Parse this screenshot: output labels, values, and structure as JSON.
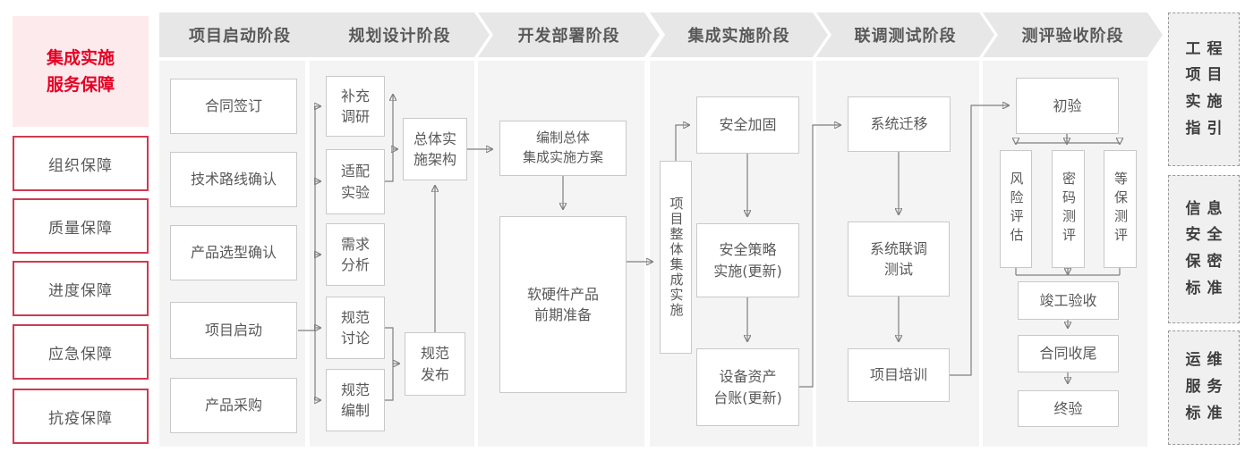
{
  "banner": {
    "label": "集成实施\n服务保障"
  },
  "sidebar": {
    "items": [
      {
        "label": "组织保障"
      },
      {
        "label": "质量保障"
      },
      {
        "label": "进度保障"
      },
      {
        "label": "应急保障"
      },
      {
        "label": "抗疫保障"
      }
    ]
  },
  "phases": [
    {
      "title": "项目启动阶段",
      "boxes": [
        {
          "label": "合同签订"
        },
        {
          "label": "技术路线确认"
        },
        {
          "label": "产品选型确认"
        },
        {
          "label": "项目启动"
        },
        {
          "label": "产品采购"
        }
      ]
    },
    {
      "title": "规划设计阶段",
      "boxes": [
        {
          "label": "补充\n调研"
        },
        {
          "label": "适配\n实验"
        },
        {
          "label": "需求\n分析"
        },
        {
          "label": "规范\n讨论"
        },
        {
          "label": "规范\n编制"
        },
        {
          "label": "总体实\n施架构"
        },
        {
          "label": "规范\n发布"
        }
      ]
    },
    {
      "title": "开发部署阶段",
      "boxes": [
        {
          "label": "编制总体\n集成实施方案"
        },
        {
          "label": "软硬件产品\n前期准备"
        }
      ]
    },
    {
      "title": "集成实施阶段",
      "boxes": [
        {
          "label": "项目整体集成实施"
        },
        {
          "label": "安全加固"
        },
        {
          "label": "安全策略\n实施(更新)"
        },
        {
          "label": "设备资产\n台账(更新)"
        }
      ]
    },
    {
      "title": "联调测试阶段",
      "boxes": [
        {
          "label": "系统迁移"
        },
        {
          "label": "系统联调\n测试"
        },
        {
          "label": "项目培训"
        }
      ]
    },
    {
      "title": "测评验收阶段",
      "boxes": [
        {
          "label": "初验"
        },
        {
          "label": "风险评估"
        },
        {
          "label": "密码测评"
        },
        {
          "label": "等保测评"
        },
        {
          "label": "竣工验收"
        },
        {
          "label": "合同收尾"
        },
        {
          "label": "终验"
        }
      ]
    }
  ],
  "standards": [
    {
      "label": "工程\n项目\n实施\n指引"
    },
    {
      "label": "信息\n安全\n保密\n标准"
    },
    {
      "label": "运维\n服务\n标准"
    }
  ],
  "edges": [
    "项目启动→补充调研",
    "项目启动→适配实验",
    "项目启动→需求分析",
    "项目启动→规范讨论",
    "项目启动→规范编制",
    "适配实验→补充调研",
    "适配实验→总体实施架构",
    "规范讨论→规范发布",
    "规范编制→规范发布",
    "规范发布→总体实施架构",
    "总体实施架构→编制总体集成实施方案",
    "编制总体集成实施方案→软硬件产品前期准备",
    "软硬件产品前期准备→项目整体集成实施",
    "项目整体集成实施→安全加固",
    "安全加固→安全策略实施(更新)",
    "安全策略实施(更新)→设备资产台账(更新)",
    "设备资产台账(更新)→系统迁移",
    "系统迁移→系统联调测试",
    "系统联调测试→项目培训",
    "项目培训→初验",
    "初验→风险评估",
    "初验→密码测评",
    "初验→等保测评",
    "风险评估→竣工验收",
    "密码测评→竣工验收",
    "等保测评→竣工验收",
    "竣工验收→合同收尾",
    "合同收尾→终验"
  ],
  "colors": {
    "accent_red": "#e60023",
    "banner_bg": "#fceaed",
    "side_border": "#ce3a52",
    "panel_bg": "#f4f4f4",
    "header_bg": "#e7e7e7",
    "box_border": "#c9c9c9",
    "line": "#7f7f7f",
    "text": "#595959"
  }
}
